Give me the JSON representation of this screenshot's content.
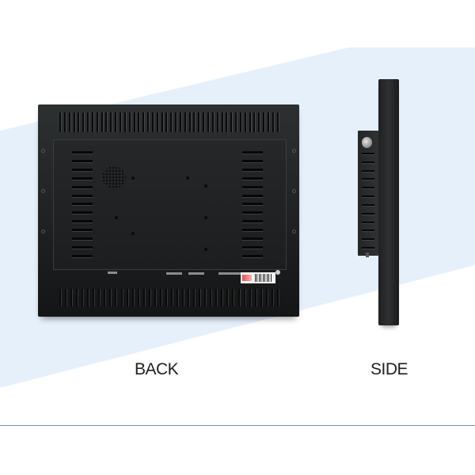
{
  "captions": {
    "back": "BACK",
    "side": "SIDE"
  },
  "colors": {
    "background": "#ffffff",
    "band": "#e6f0fb",
    "divider": "#6f8fb5",
    "device_body": "#1f2122",
    "caption_text": "#1f1f1f"
  },
  "views": [
    {
      "name": "back",
      "label": "BACK"
    },
    {
      "name": "side",
      "label": "SIDE"
    }
  ]
}
